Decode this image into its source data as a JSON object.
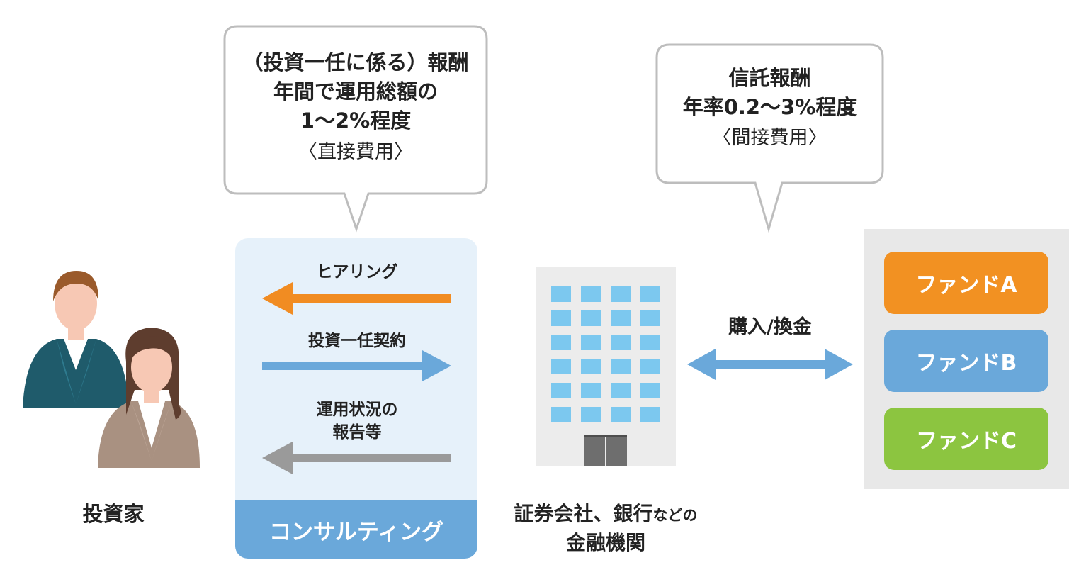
{
  "bubble_left": {
    "line1": "（投資一任に係る）報酬",
    "line2": "年間で運用総額の",
    "line3": "1〜2%程度",
    "sub": "〈直接費用〉"
  },
  "bubble_right": {
    "line1": "信託報酬",
    "line2": "年率0.2〜3%程度",
    "sub": "〈間接費用〉"
  },
  "investor": {
    "label": "投資家"
  },
  "consulting": {
    "footer": "コンサルティング",
    "arrows": [
      {
        "label": "ヒアリング",
        "color": "#f18c22"
      },
      {
        "label": "投資一任契約",
        "color": "#6aa8da"
      },
      {
        "label_line1": "運用状況の",
        "label_line2": "報告等",
        "color": "#9a9a9a"
      }
    ]
  },
  "institution": {
    "line1_main": "証券会社、銀行",
    "line1_small": "などの",
    "line2": "金融機関"
  },
  "exchange": {
    "label": "購入/換金",
    "color": "#6aa8da"
  },
  "funds": [
    {
      "label": "ファンドA",
      "color": "#f29122"
    },
    {
      "label": "ファンドB",
      "color": "#6aa8da"
    },
    {
      "label": "ファンドC",
      "color": "#8cc540"
    }
  ]
}
